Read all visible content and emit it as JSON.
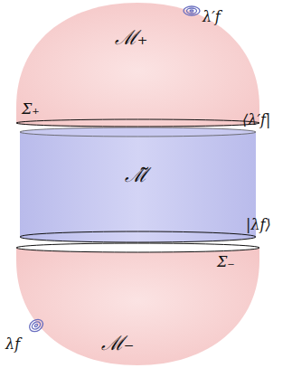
{
  "diagram": {
    "nodes": [
      {
        "text": [
          "ℳ₊"
        ]
      },
      {
        "text": [
          "ℳ̃"
        ]
      },
      {
        "text": [
          "ℳ₋"
        ]
      }
    ],
    "labels": [
      "λ′f",
      "Σ₊",
      "⟨λ′f|",
      "|λf⟩",
      "Σ₋",
      "λf"
    ]
  }
}
